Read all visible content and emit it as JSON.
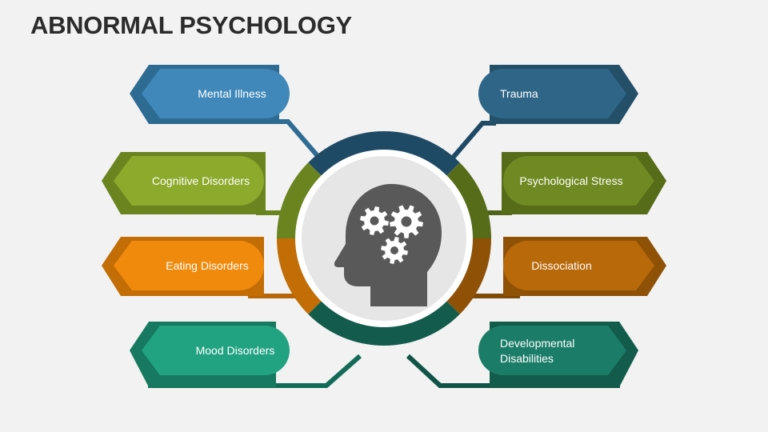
{
  "title": "ABNORMAL PSYCHOLOGY",
  "center_icon": "head-with-gears-icon",
  "colors": {
    "background": "#f2f2f2",
    "title": "#2b2b2b",
    "blue": "#3f88b9",
    "navy": "#2a5f80",
    "green": "#7d9c2a",
    "orange": "#f08a0d",
    "brown": "#b86d0a",
    "teal": "#1fa381",
    "dark_teal": "#1b7d68",
    "head": "#595959"
  },
  "left_items": [
    {
      "id": "mental-illness",
      "label": "Mental Illness",
      "color": "#3f88b9",
      "border": "#2e6b93"
    },
    {
      "id": "cognitive-disorders",
      "label": "Cognitive Disorders",
      "color": "#8caa2b",
      "border": "#6a8420"
    },
    {
      "id": "eating-disorders",
      "label": "Eating Disorders",
      "color": "#f08a0d",
      "border": "#c26d05"
    },
    {
      "id": "mood-disorders",
      "label": "Mood Disorders",
      "color": "#21a381",
      "border": "#177a60"
    }
  ],
  "right_items": [
    {
      "id": "trauma",
      "label": "Trauma",
      "lines": [
        "Trauma"
      ],
      "color": "#2f6687",
      "border": "#234f69"
    },
    {
      "id": "psychological-stress",
      "label": "Psychological Stress",
      "lines": [
        "Psychological Stress"
      ],
      "color": "#6f8a22",
      "border": "#566c19"
    },
    {
      "id": "dissociation",
      "label": "Dissociation",
      "lines": [
        "Dissociation"
      ],
      "color": "#b8690a",
      "border": "#8f5106"
    },
    {
      "id": "developmental-disabilities",
      "label": "Developmental Disabilities",
      "lines": [
        "Developmental",
        "Disabilities"
      ],
      "color": "#1b7d68",
      "border": "#135c4c"
    }
  ]
}
